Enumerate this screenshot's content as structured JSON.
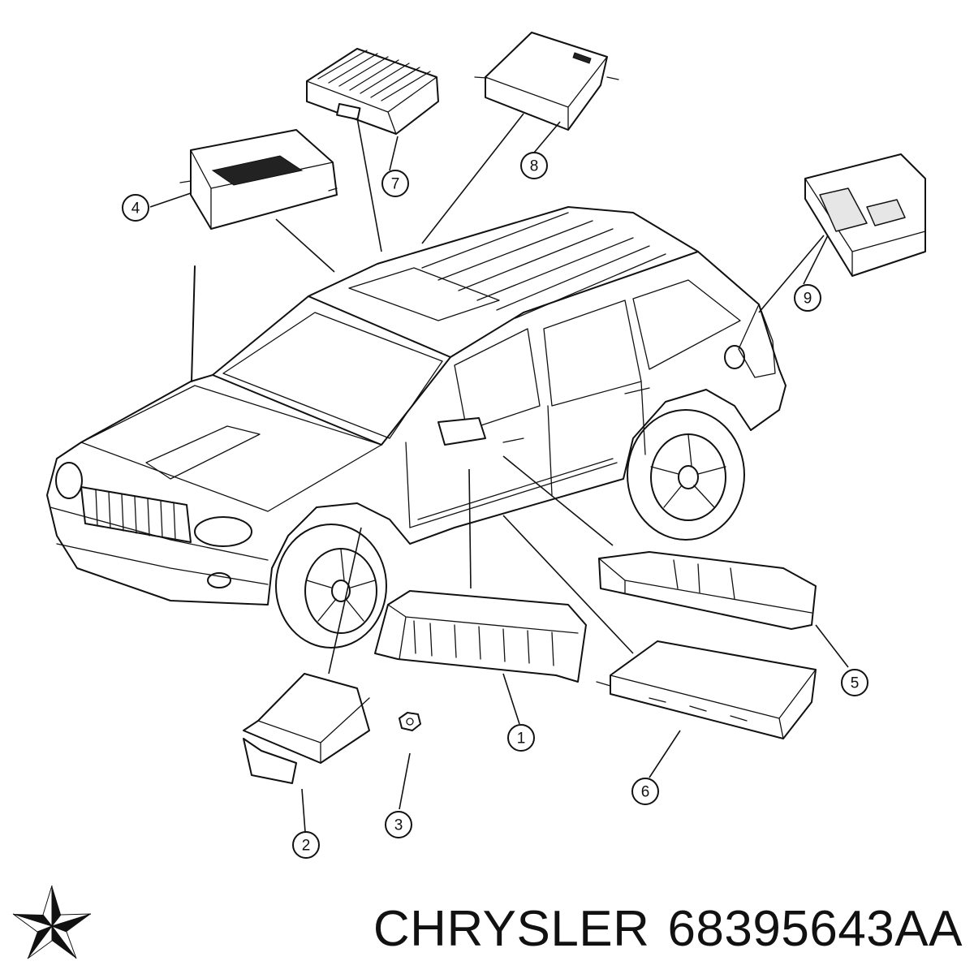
{
  "callouts": [
    {
      "id": "1",
      "label": "1"
    },
    {
      "id": "2",
      "label": "2"
    },
    {
      "id": "3",
      "label": "3"
    },
    {
      "id": "4",
      "label": "4"
    },
    {
      "id": "5",
      "label": "5"
    },
    {
      "id": "6",
      "label": "6"
    },
    {
      "id": "7",
      "label": "7"
    },
    {
      "id": "8",
      "label": "8"
    },
    {
      "id": "9",
      "label": "9"
    }
  ],
  "caption": {
    "brand": "CHRYSLER",
    "part_number": "68395643AA"
  },
  "logo": {
    "icon": "pentastar-icon",
    "color": "#111111"
  }
}
